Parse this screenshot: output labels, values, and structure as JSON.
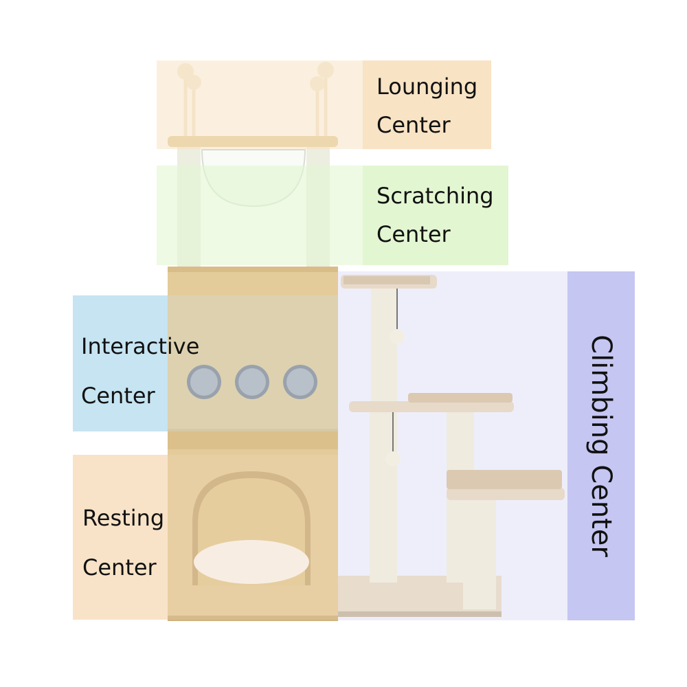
{
  "zones": {
    "lounging": {
      "line1": "Lounging",
      "line2": "Center",
      "color": "#f8e3c4"
    },
    "scratching": {
      "line1": "Scratching",
      "line2": "Center",
      "color": "#e2f6d2"
    },
    "interactive": {
      "line1": "Interactive",
      "line2": "Center",
      "color": "#c6e4f2"
    },
    "resting": {
      "line1": "Resting",
      "line2": "Center",
      "color": "#f8e3c8"
    },
    "climbing": {
      "label": "Climbing Center",
      "color": "#c5c6f2",
      "overlay": "#e8e8fb"
    }
  },
  "product": {
    "wood_color": "#e6ce9e",
    "sisal_color": "#f0ece1",
    "board_color": "#e9dccb",
    "pad_color": "#e6d8c6"
  }
}
